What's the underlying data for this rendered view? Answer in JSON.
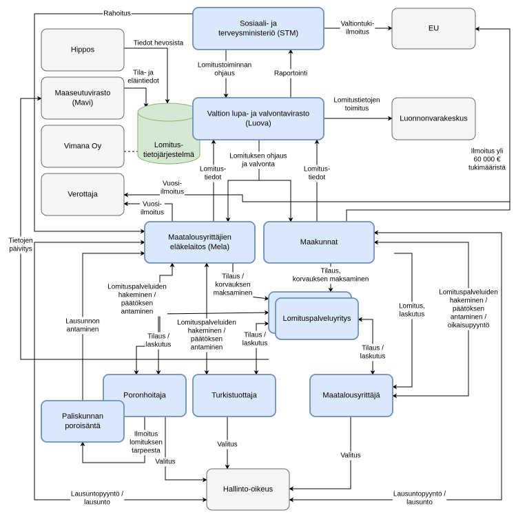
{
  "nodes": {
    "stm": {
      "lines": [
        "Sosiaali- ja",
        "terveysministeriö (STM)"
      ]
    },
    "eu": {
      "lines": [
        "EU"
      ]
    },
    "hippos": {
      "lines": [
        "Hippos"
      ]
    },
    "mavi": {
      "lines": [
        "Maaseutuvirasto",
        "(Mavi)"
      ]
    },
    "vimana": {
      "lines": [
        "Vimana Oy"
      ]
    },
    "verottaja": {
      "lines": [
        "Verottaja"
      ]
    },
    "db": {
      "lines": [
        "Lomitus-",
        "tietojärjestelmä"
      ]
    },
    "luova": {
      "lines": [
        "Valtion lupa- ja valvontavirasto",
        "(Luova)"
      ]
    },
    "luke": {
      "lines": [
        "Luonnonvarakeskus"
      ]
    },
    "mela": {
      "lines": [
        "Maatalousyrittäjien",
        "eläkelaitos (Mela)"
      ]
    },
    "maakunnat": {
      "lines": [
        "Maakunnat"
      ]
    },
    "lomitus": {
      "lines": [
        "Lomituspalveluyritys"
      ]
    },
    "poro": {
      "lines": [
        "Poronhoitaja"
      ]
    },
    "turkis": {
      "lines": [
        "Turkistuottaja"
      ]
    },
    "maatalous": {
      "lines": [
        "Maatalousyrittäjä"
      ]
    },
    "paliskunta": {
      "lines": [
        "Paliskunnan",
        "poroisäntä"
      ]
    },
    "hallinto": {
      "lines": [
        "Hallinto-oikeus"
      ]
    }
  },
  "edge_labels": {
    "rahoitus": {
      "lines": [
        "Rahoitus"
      ]
    },
    "valtiontuki": {
      "lines": [
        "Valtiontuki-",
        "ilmoitus"
      ]
    },
    "tiedot_hevosista": {
      "lines": [
        "Tiedot hevosista"
      ]
    },
    "tila_elaintiedot": {
      "lines": [
        "Tila- ja",
        "eläintiedot"
      ]
    },
    "lomitustoiminnan": {
      "lines": [
        "Lomitustoiminnan",
        "ohjaus"
      ]
    },
    "raportointi": {
      "lines": [
        "Raportointi"
      ]
    },
    "lomitustietojen_toimitus": {
      "lines": [
        "Lomitustietojen",
        "toimitus"
      ]
    },
    "ilmoitus_yli": {
      "lines": [
        "Ilmoitus yli",
        "60 000 €",
        "tukimääristä"
      ]
    },
    "lomituksen_ohjaus": {
      "lines": [
        "Lomituksen ohjaus",
        "ja valvonta"
      ]
    },
    "lomitustiedot_left": {
      "lines": [
        "Lomitus-",
        "tiedot"
      ]
    },
    "lomitustiedot_right": {
      "lines": [
        "Lomitus-",
        "tiedot"
      ]
    },
    "vuosi_upper": {
      "lines": [
        "Vuosi-",
        "ilmoitus"
      ]
    },
    "vuosi_lower": {
      "lines": [
        "Vuosi-",
        "ilmoitus"
      ]
    },
    "tietojen_paivitys": {
      "lines": [
        "Tietojen",
        "päivitys"
      ]
    },
    "tilaus_korvauksen_left": {
      "lines": [
        "Tilaus /",
        "korvauksen",
        "maksaminen"
      ]
    },
    "tilaus_korvauksen_right": {
      "lines": [
        "Tilaus,",
        "korvauksen maksaminen"
      ]
    },
    "lomituspalv_left": {
      "lines": [
        "Lomituspalveluiden",
        "hakeminen /",
        "päätöksen",
        "antaminen"
      ]
    },
    "lomituspalv_mid": {
      "lines": [
        "Lomituspalveluiden",
        "hakeminen /",
        "päätöksen",
        "antaminen"
      ]
    },
    "lomituspalv_right": {
      "lines": [
        "Lomituspalveluiden",
        "hakeminen /",
        "päätöksen",
        "antaminen /",
        "oikaisupyyntö"
      ]
    },
    "lausunnon": {
      "lines": [
        "Lausunnon",
        "antaminen"
      ]
    },
    "tilaus_laskutus_1": {
      "lines": [
        "Tilaus /",
        "laskutus"
      ]
    },
    "tilaus_laskutus_2": {
      "lines": [
        "Tilaus /",
        "laskutus"
      ]
    },
    "tilaus_laskutus_3": {
      "lines": [
        "Tilaus /",
        "laskutus"
      ]
    },
    "lomitus_laskutus": {
      "lines": [
        "Lomitus,",
        "laskutus"
      ]
    },
    "ilmoitus_lomituksen": {
      "lines": [
        "Ilmoitus",
        "lomituksen",
        "tarpeesta"
      ]
    },
    "valitus_poro": {
      "lines": [
        "Valitus"
      ]
    },
    "valitus_turkis": {
      "lines": [
        "Valitus"
      ]
    },
    "valitus_maatalous": {
      "lines": [
        "Valitus"
      ]
    },
    "lausuntopyynto_left": {
      "lines": [
        "Lausuntopyyntö /",
        "lausunto"
      ]
    },
    "lausuntopyynto_right": {
      "lines": [
        "Lausuntopyyntö /",
        "lausunto"
      ]
    }
  }
}
